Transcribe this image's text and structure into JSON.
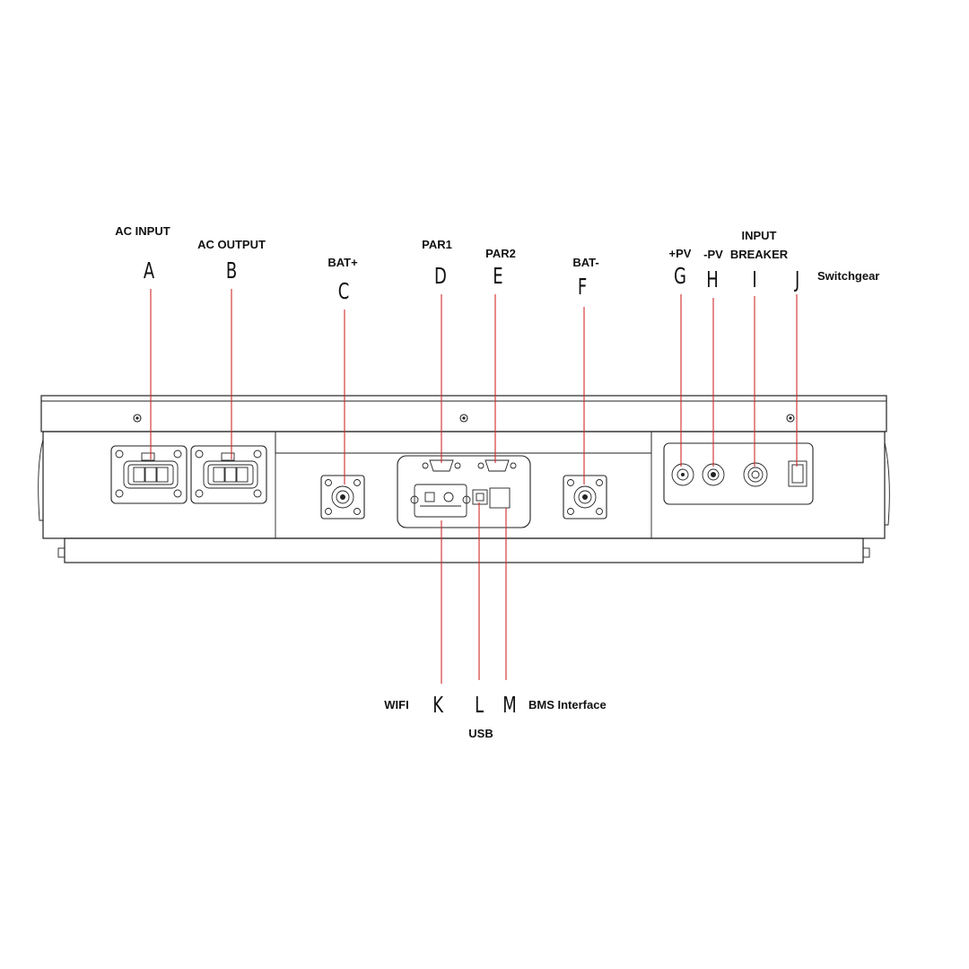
{
  "callouts": [
    {
      "id": "A",
      "label": "AC INPUT"
    },
    {
      "id": "B",
      "label": "AC OUTPUT"
    },
    {
      "id": "C",
      "label": "BAT+"
    },
    {
      "id": "D",
      "label": "PAR1"
    },
    {
      "id": "E",
      "label": "PAR2"
    },
    {
      "id": "F",
      "label": "BAT-"
    },
    {
      "id": "G",
      "label": "+PV"
    },
    {
      "id": "H",
      "label": "-PV"
    },
    {
      "id": "I",
      "label_line1": "INPUT",
      "label_line2": "BREAKER"
    },
    {
      "id": "J",
      "label": "Switchgear"
    },
    {
      "id": "K",
      "label": "WIFI"
    },
    {
      "id": "L",
      "label": "USB"
    },
    {
      "id": "M",
      "label": "BMS Interface"
    }
  ],
  "colors": {
    "leader_line": "#d12a2a",
    "outline": "#222222",
    "background": "#ffffff"
  }
}
